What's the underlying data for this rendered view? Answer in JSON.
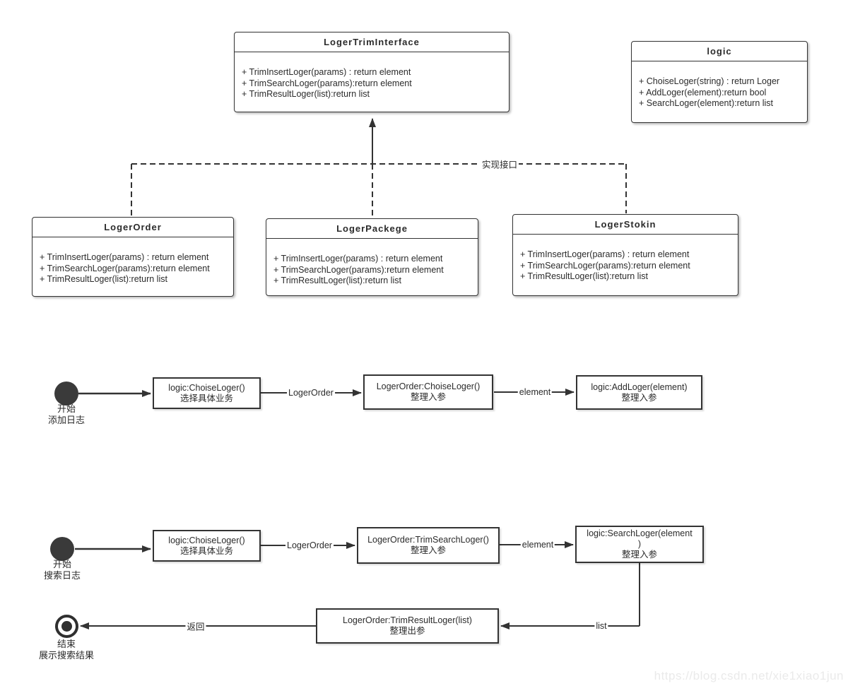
{
  "classes": {
    "trim_interface": {
      "title": "LogerTrimInterface",
      "methods": [
        "+ TrimInsertLoger(params) : return element",
        "+ TrimSearchLoger(params):return element",
        "+ TrimResultLoger(list):return list"
      ]
    },
    "logic": {
      "title": "logic",
      "methods": [
        "+ ChoiseLoger(string) : return Loger",
        "+ AddLoger(element):return bool",
        "+ SearchLoger(element):return list"
      ]
    },
    "loger_order": {
      "title": "LogerOrder",
      "methods": [
        "+ TrimInsertLoger(params) : return element",
        "+ TrimSearchLoger(params):return element",
        "+ TrimResultLoger(list):return list"
      ]
    },
    "loger_packege": {
      "title": "LogerPackege",
      "methods": [
        "+ TrimInsertLoger(params) : return element",
        "+ TrimSearchLoger(params):return element",
        "+ TrimResultLoger(list):return list"
      ]
    },
    "loger_stokin": {
      "title": "LogerStokin",
      "methods": [
        "+ TrimInsertLoger(params) : return element",
        "+ TrimSearchLoger(params):return element",
        "+ TrimResultLoger(list):return list"
      ]
    }
  },
  "connectors": {
    "realize_label": "实现接口"
  },
  "flow_add": {
    "start_title": "开始",
    "start_subtitle": "添加日志",
    "steps": [
      {
        "line1": "logic:ChoiseLoger()",
        "line2": "选择具体业务"
      },
      {
        "line1": "LogerOrder:ChoiseLoger()",
        "line2": "整理入参"
      },
      {
        "line1": "logic:AddLoger(element)",
        "line2": "整理入参"
      }
    ],
    "edges": [
      "LogerOrder",
      "element"
    ]
  },
  "flow_search": {
    "start_title": "开始",
    "start_subtitle": "搜索日志",
    "steps": [
      {
        "line1": "logic:ChoiseLoger()",
        "line2": "选择具体业务"
      },
      {
        "line1": "LogerOrder:TrimSearchLoger()",
        "line2": "整理入参"
      },
      {
        "line1": "logic:SearchLoger(element",
        "line2": ")",
        "line3": "整理入参"
      },
      {
        "line1": "LogerOrder:TrimResultLoger(list)",
        "line2": "整理出参"
      }
    ],
    "edges": [
      "LogerOrder",
      "element",
      "list",
      "返回"
    ],
    "end_title": "结束",
    "end_subtitle": "展示搜索结果"
  },
  "watermark": "https://blog.csdn.net/xie1xiao1jun",
  "colors": {
    "line": "#333333",
    "text": "#2b2b2b",
    "node_fill": "#3a3a3a",
    "watermark": "#eaeaea"
  }
}
